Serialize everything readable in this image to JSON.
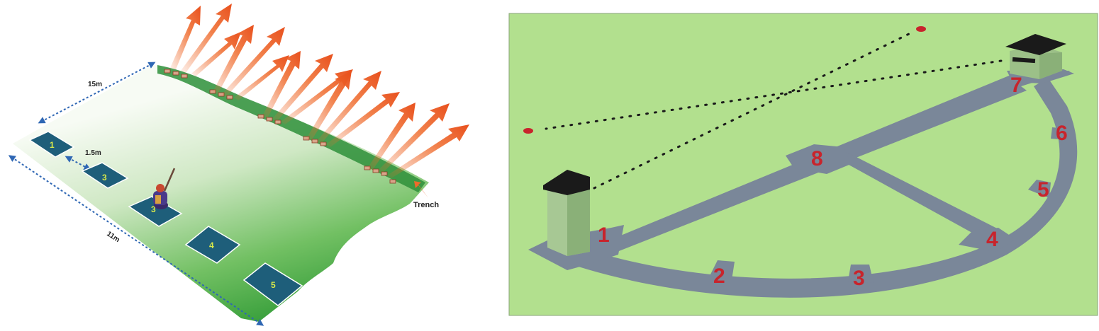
{
  "left_diagram": {
    "labels": {
      "width": "15m",
      "spacing": "1.5m",
      "length": "11m",
      "trench": "Trench"
    },
    "stations": [
      "1",
      "3",
      "3",
      "4",
      "5"
    ],
    "colors": {
      "field_light": "#f4faf1",
      "field_dark": "#2f9a35",
      "station_fill": "#1e5e7a",
      "arrow": "#ef6a2b",
      "dim_line": "#2f67b4"
    }
  },
  "right_diagram": {
    "stations": [
      "1",
      "2",
      "3",
      "4",
      "5",
      "6",
      "7",
      "8"
    ],
    "colors": {
      "grass": "#b2e08e",
      "path": "#7a8799",
      "house_wall": "#9cc088",
      "house_roof": "#1a1a1a",
      "number": "#c8242c",
      "target": "#c8242c"
    }
  }
}
